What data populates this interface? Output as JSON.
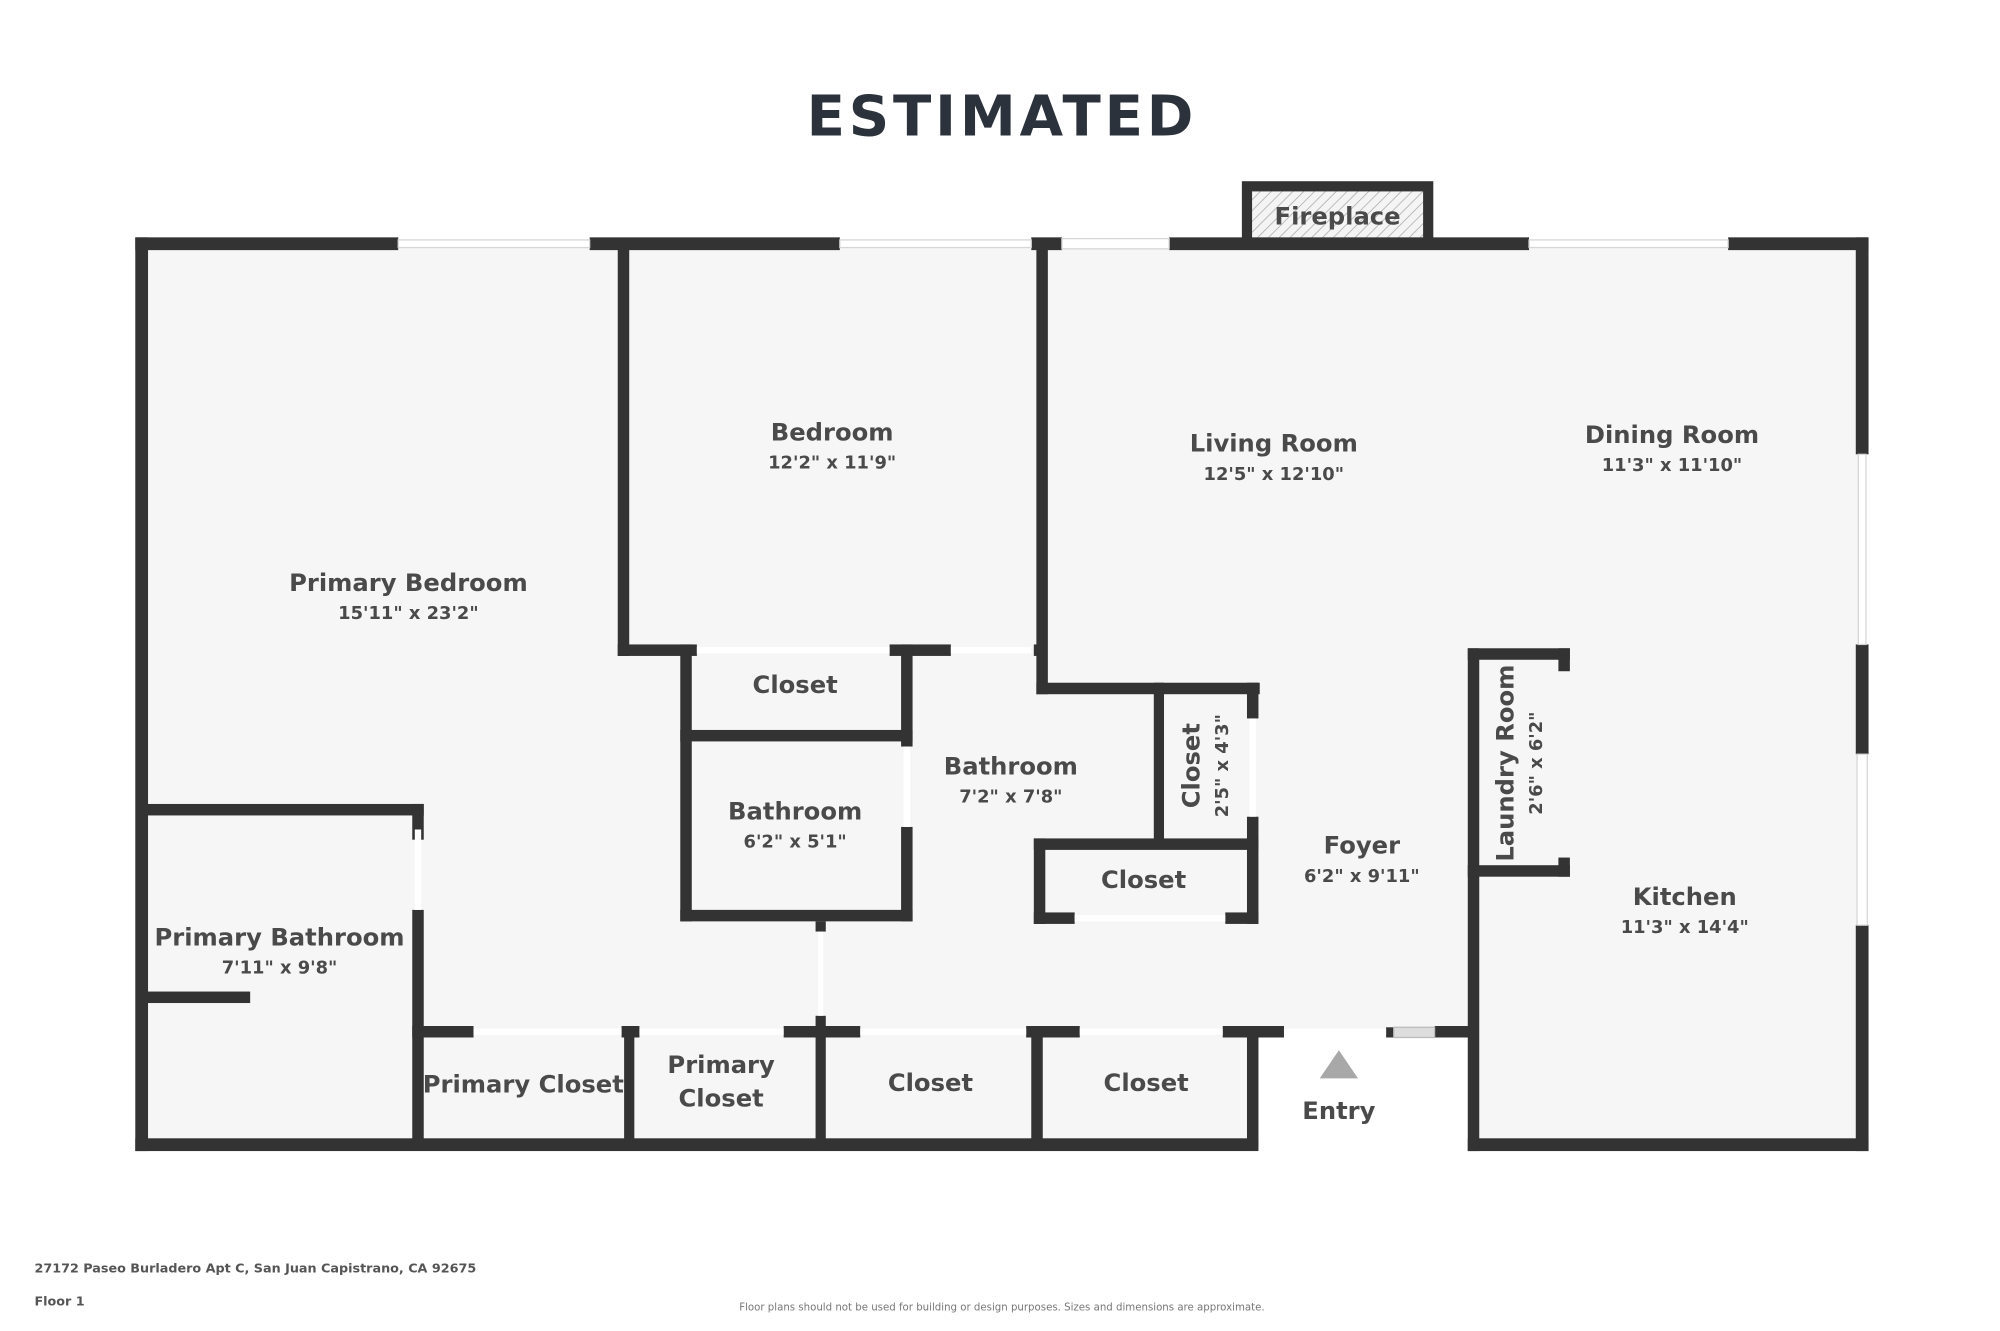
{
  "title": "ESTIMATED",
  "rooms": {
    "primary_bedroom": {
      "name": "Primary Bedroom",
      "dims": "15'11\" x 23'2\""
    },
    "bedroom": {
      "name": "Bedroom",
      "dims": "12'2\" x 11'9\""
    },
    "living_room": {
      "name": "Living Room",
      "dims": "12'5\" x 12'10\""
    },
    "dining_room": {
      "name": "Dining Room",
      "dims": "11'3\" x 11'10\""
    },
    "closet_upper": {
      "name": "Closet"
    },
    "bathroom_small": {
      "name": "Bathroom",
      "dims": "6'2\" x 5'1\""
    },
    "bathroom_hall": {
      "name": "Bathroom",
      "dims": "7'2\" x 7'8\""
    },
    "closet_vertical": {
      "name": "Closet",
      "dims": "2'5\" x 4'3\""
    },
    "closet_foyer": {
      "name": "Closet"
    },
    "foyer": {
      "name": "Foyer",
      "dims": "6'2\" x 9'11\""
    },
    "laundry_room": {
      "name": "Laundry Room",
      "dims": "2'6\" x 6'2\""
    },
    "kitchen": {
      "name": "Kitchen",
      "dims": "11'3\" x 14'4\""
    },
    "primary_bathroom": {
      "name": "Primary Bathroom",
      "dims": "7'11\" x 9'8\""
    },
    "primary_closet_1": {
      "name": "Primary Closet"
    },
    "primary_closet_2": {
      "name_line1": "Primary",
      "name_line2": "Closet"
    },
    "closet_bottom_1": {
      "name": "Closet"
    },
    "closet_bottom_2": {
      "name": "Closet"
    },
    "fireplace": {
      "name": "Fireplace"
    },
    "entry": {
      "name": "Entry"
    }
  },
  "footer": {
    "address": "27172 Paseo Burladero Apt C, San Juan Capistrano, CA 92675",
    "floor": "Floor 1",
    "disclaimer": "Floor plans should not be used for building or design purposes. Sizes and dimensions are approximate."
  },
  "colors": {
    "wall": "#333333",
    "floor_fill": "#f6f6f6",
    "title": "#2b323b",
    "entry_marker": "#a8a8a8"
  }
}
